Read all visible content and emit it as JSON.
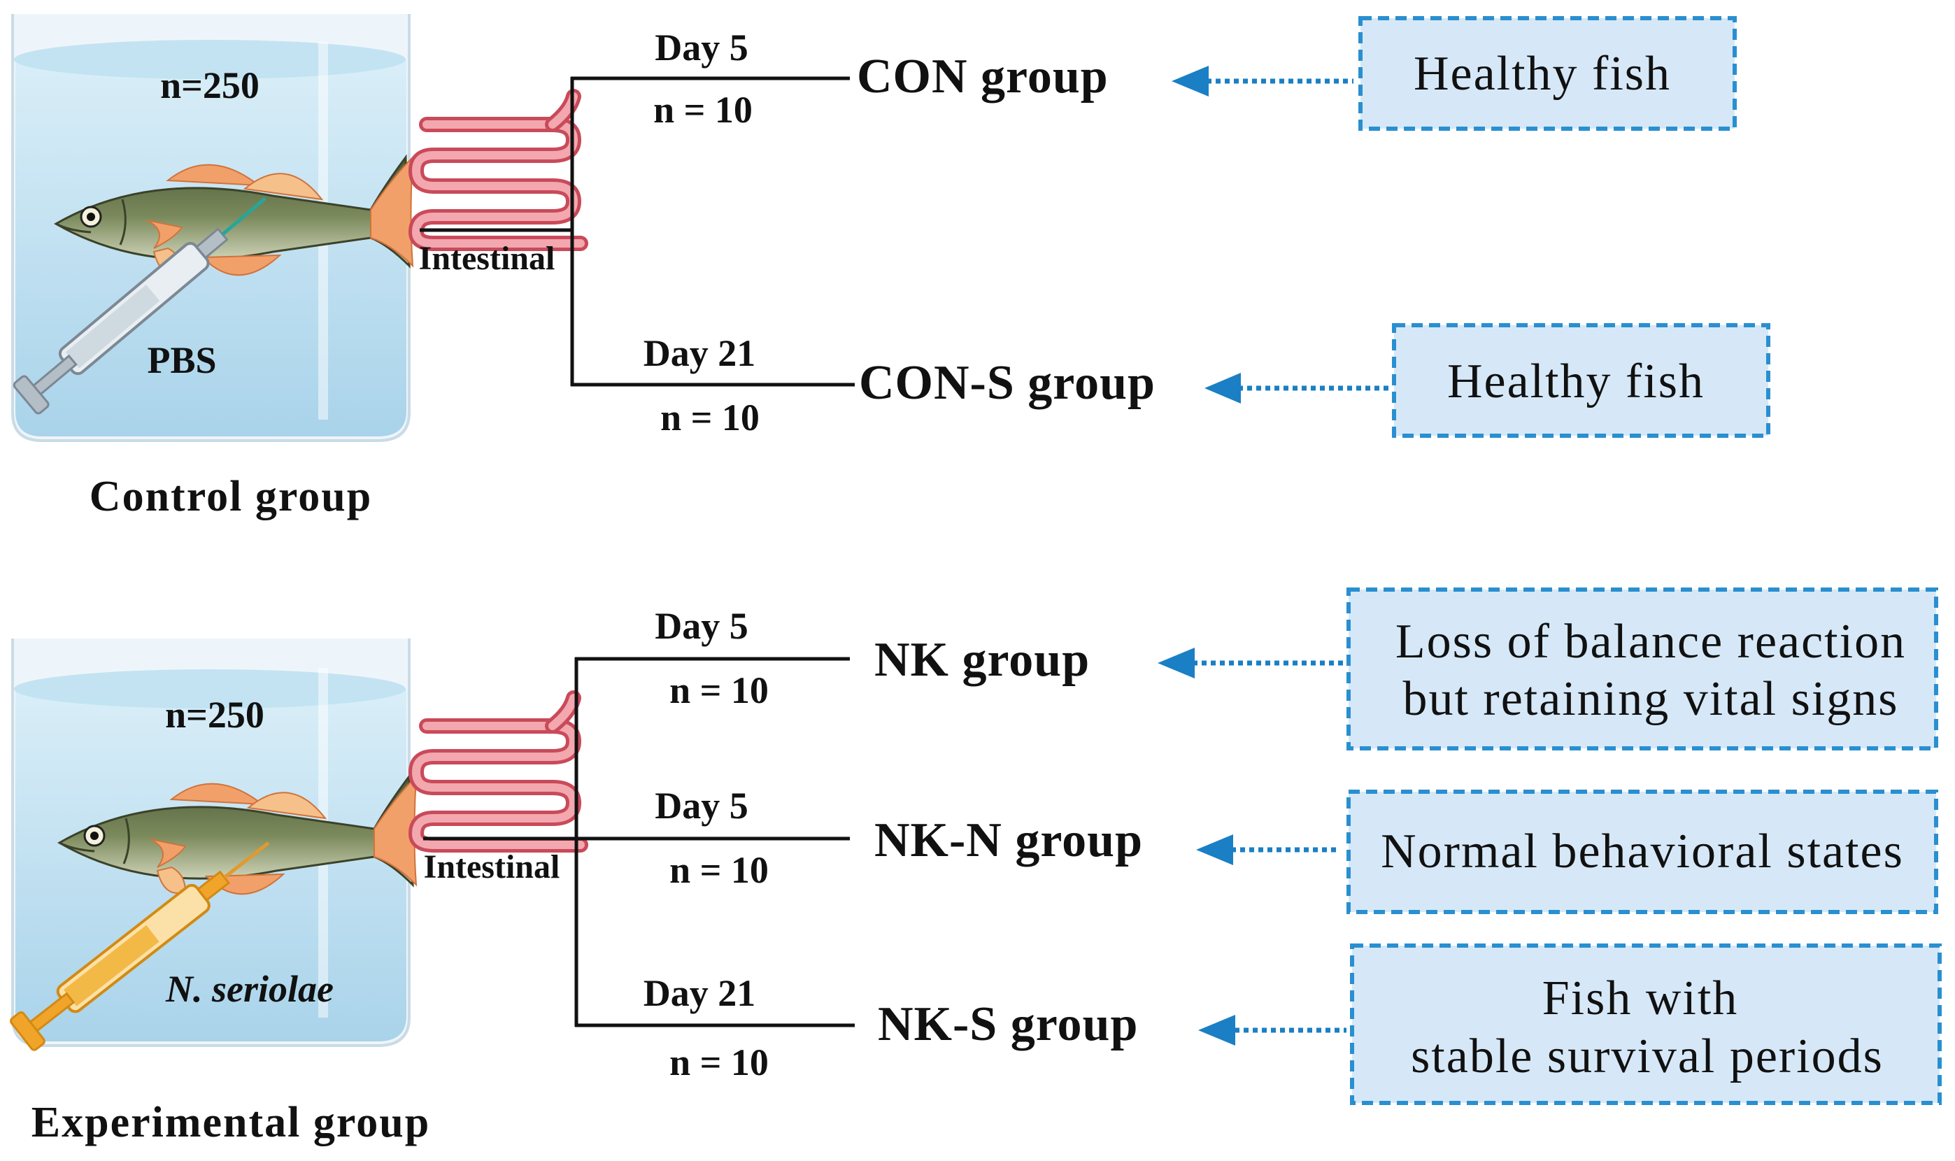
{
  "colors": {
    "line": "#111111",
    "arrow": "#1a7fc4",
    "box_fill": "#d6e8f7",
    "box_border": "#2a8fd0",
    "water": "#c4e1f0",
    "beaker": "#e6f1f8",
    "intestine": "#e8848f",
    "syringe_pbs": "#9aa4ad",
    "syringe_ns": "#f0a52a",
    "fish_body": "#6e7a53",
    "fish_fin": "#f2a06a"
  },
  "control": {
    "count": "n=250",
    "injection": "PBS",
    "caption": "Control group",
    "organ": "Intestinal",
    "branches": [
      {
        "day": "Day 5",
        "n": "n = 10",
        "group": "CON group",
        "note_lines": [
          "Healthy fish"
        ]
      },
      {
        "day": "Day 21",
        "n": "n = 10",
        "group": "CON-S group",
        "note_lines": [
          "Healthy fish"
        ]
      }
    ]
  },
  "experimental": {
    "count": "n=250",
    "injection": "N. seriolae",
    "caption": "Experimental group",
    "organ": "Intestinal",
    "branches": [
      {
        "day": "Day 5",
        "n": "n = 10",
        "group": "NK group",
        "note_lines": [
          "Loss of balance reaction",
          "but retaining vital signs"
        ]
      },
      {
        "day": "Day 5",
        "n": "n = 10",
        "group": "NK-N group",
        "note_lines": [
          "Normal behavioral states"
        ]
      },
      {
        "day": "Day 21",
        "n": "n = 10",
        "group": "NK-S group",
        "note_lines": [
          "Fish with",
          "stable survival periods"
        ]
      }
    ]
  }
}
